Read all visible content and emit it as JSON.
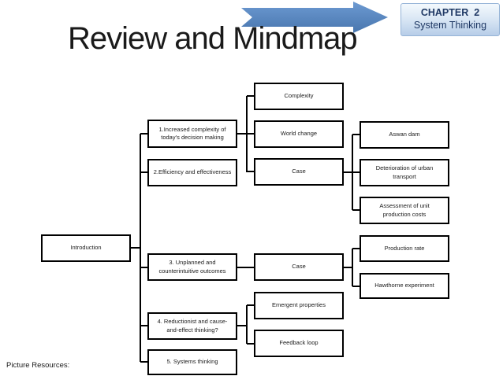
{
  "slide": {
    "title": "Review and Mindmap",
    "chapter_badge": {
      "line1": "CHAPTER  2",
      "line2": "System Thinking"
    },
    "footer_note": "Picture Resources:"
  },
  "colors": {
    "arrow_blue": "#4f81bd",
    "chapter_badge_text": "#1f3864",
    "chapter_badge_border": "#95b3d7",
    "box_border": "#000000"
  },
  "mindmap": {
    "nodes": [
      {
        "id": "introduction",
        "label": "Introduction"
      },
      {
        "id": "point-1",
        "label": "1.Increased complexity of today’s decision making"
      },
      {
        "id": "point-2",
        "label": "2.Efficiency and effectiveness"
      },
      {
        "id": "point-3",
        "label": "3. Unplanned and counterintuitive outcomes"
      },
      {
        "id": "point-4",
        "label": "4. Reductionist and cause-and-effect thinking?"
      },
      {
        "id": "point-5",
        "label": "5. Systems thinking"
      },
      {
        "id": "complexity",
        "label": "Complexity"
      },
      {
        "id": "world-change",
        "label": "World change"
      },
      {
        "id": "case-1",
        "label": "Case"
      },
      {
        "id": "case-2",
        "label": "Case"
      },
      {
        "id": "emergent-properties",
        "label": "Emergent properties"
      },
      {
        "id": "feedback-loop",
        "label": "Feedback loop"
      },
      {
        "id": "aswan-dam",
        "label": "Aswan dam"
      },
      {
        "id": "deterioration",
        "label": "Deterioration of urban transport"
      },
      {
        "id": "assessment",
        "label": "Assessment of unit production costs"
      },
      {
        "id": "production-rate",
        "label": "Production rate"
      },
      {
        "id": "hawthorne",
        "label": "Hawthorne experiment"
      }
    ]
  }
}
